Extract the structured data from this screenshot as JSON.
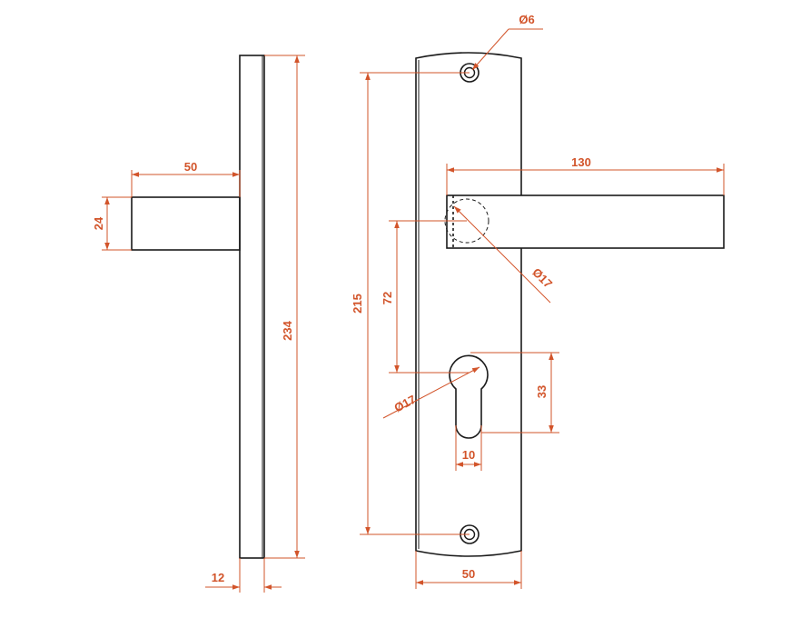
{
  "colors": {
    "outline": "#1a1a1a",
    "dimension": "#d2542a",
    "background": "#ffffff"
  },
  "side_view": {
    "lever_length": "50",
    "lever_height": "24",
    "plate_height": "234",
    "plate_thickness": "12"
  },
  "front_view": {
    "screw_hole_diameter": "Ø6",
    "lever_length": "130",
    "spindle_diameter": "Ø17",
    "hole_spacing": "215",
    "spindle_to_cylinder": "72",
    "cylinder_diameter": "Ø17",
    "cylinder_height": "33",
    "cylinder_slot_width": "10",
    "plate_width": "50"
  }
}
